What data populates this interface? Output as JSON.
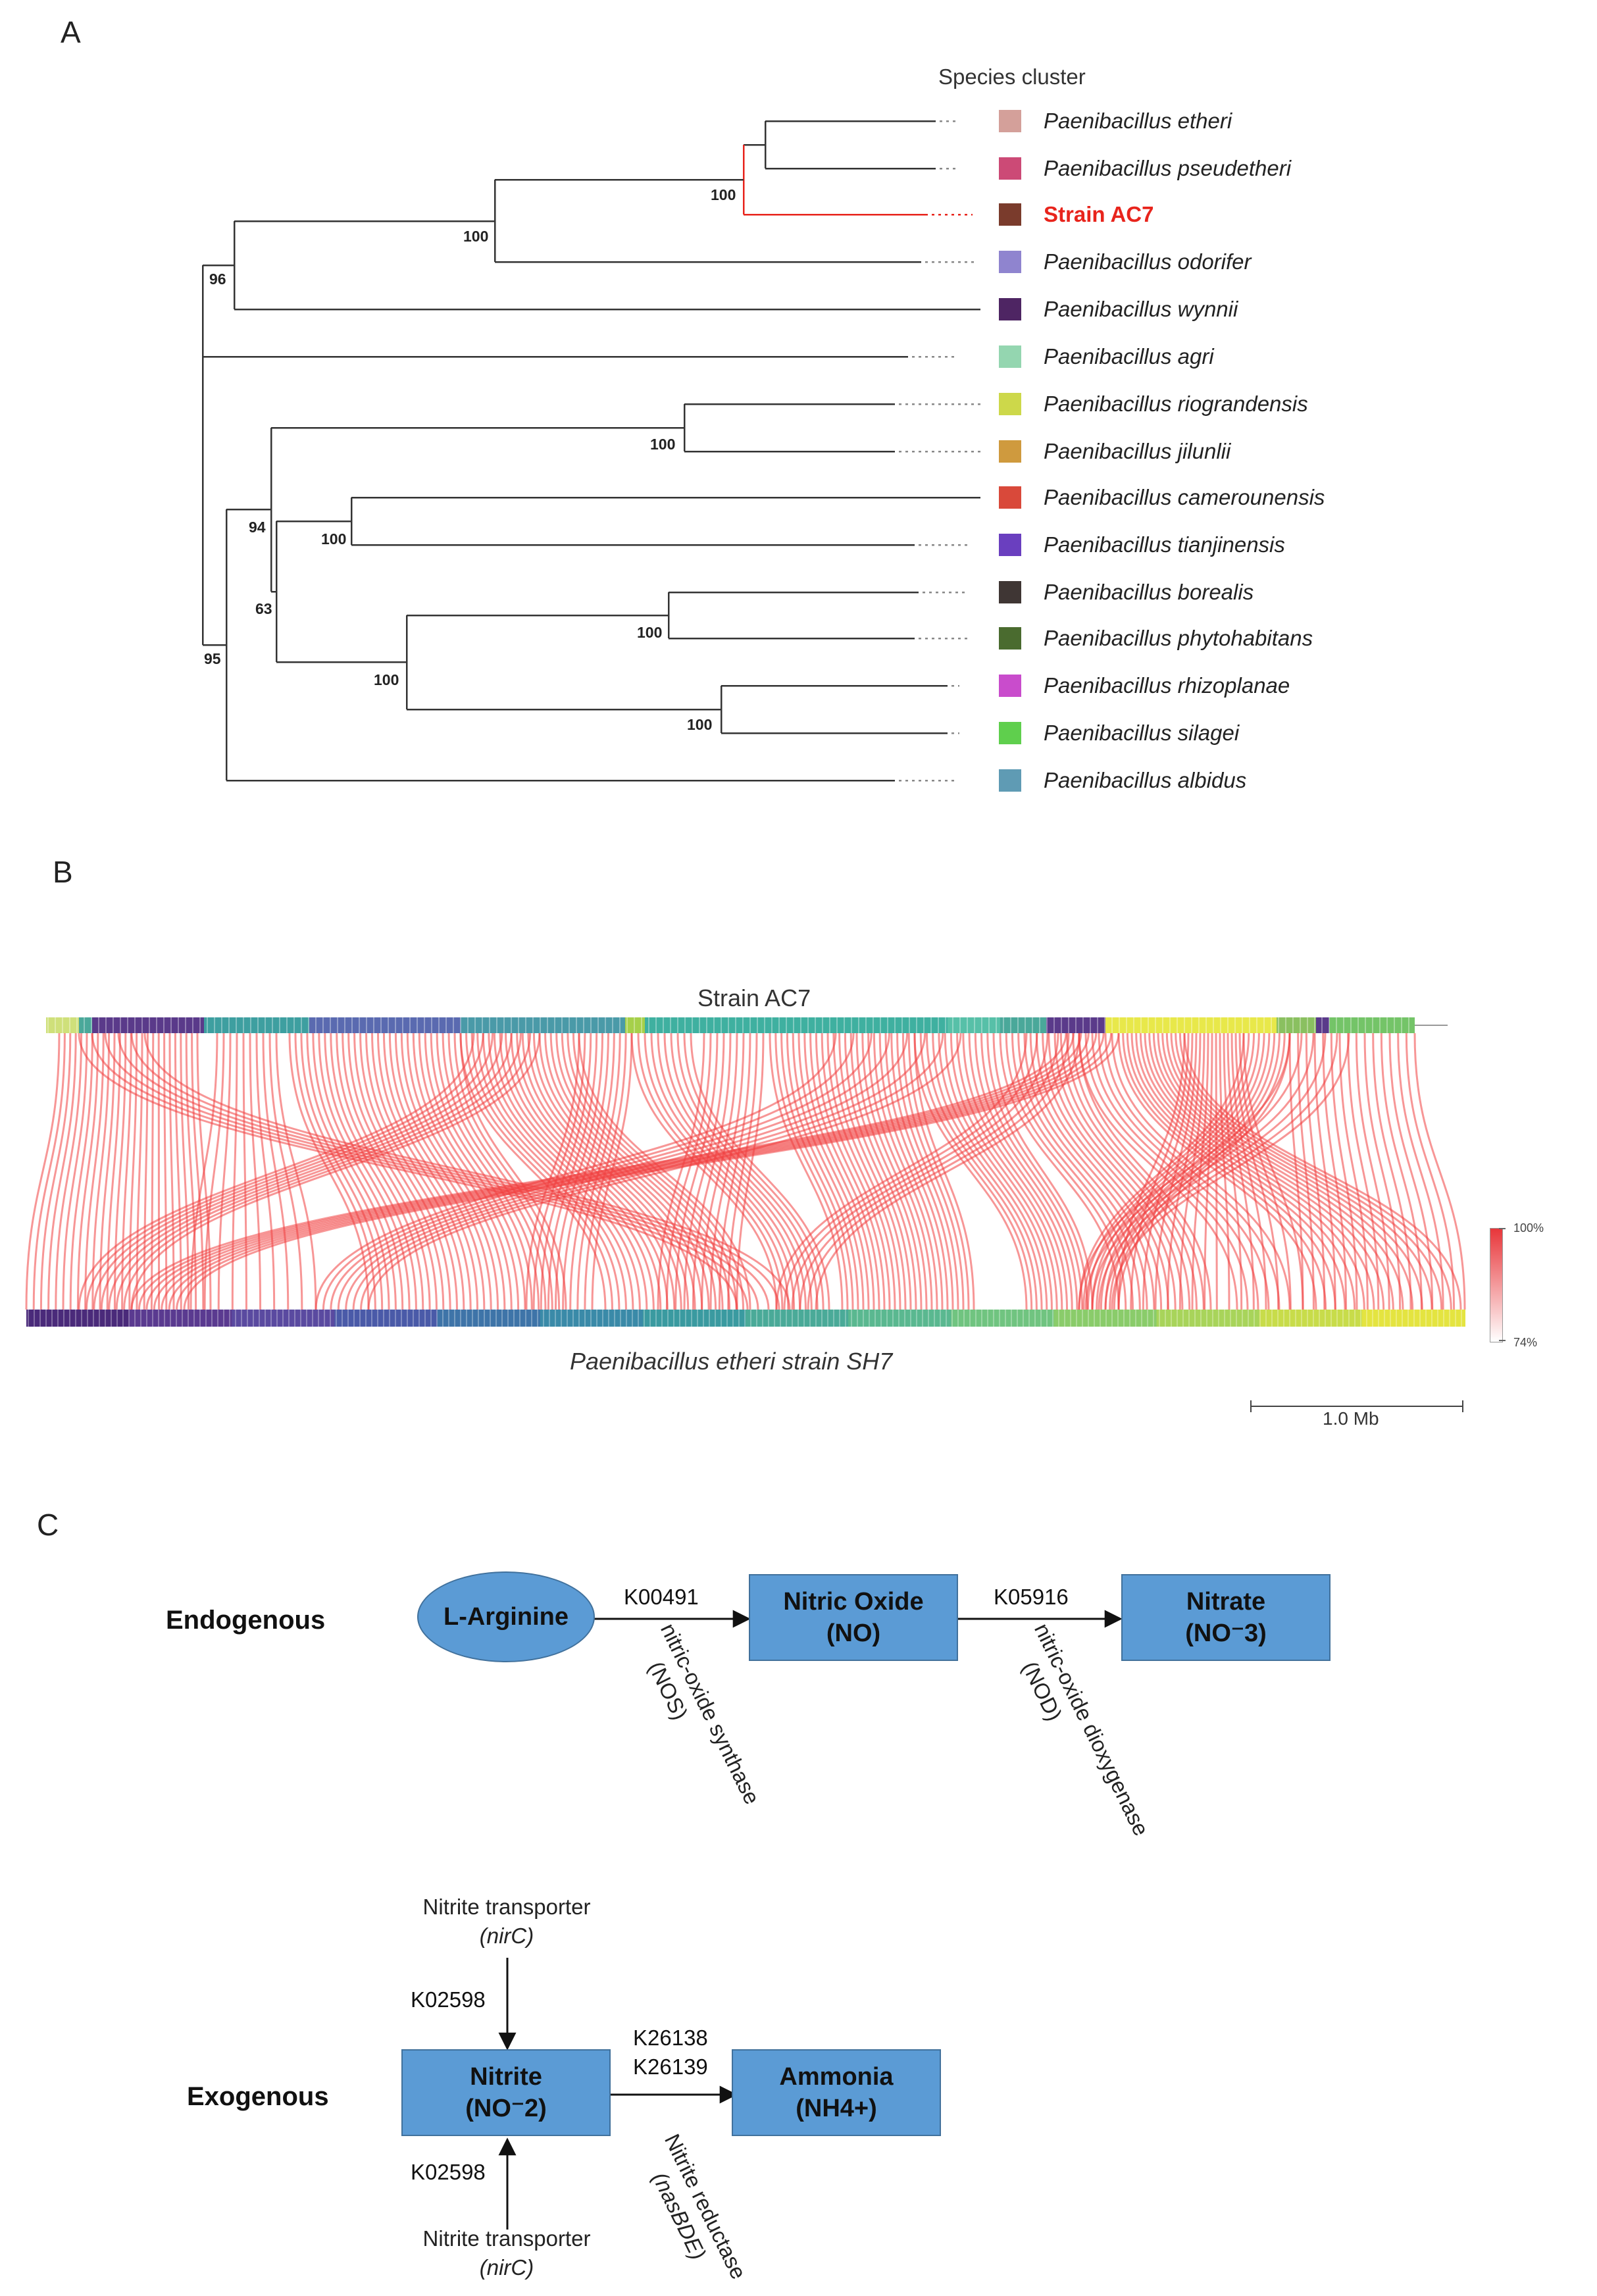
{
  "panels": {
    "a": "A",
    "b": "B",
    "c": "C"
  },
  "tree": {
    "legend_title": "Species cluster",
    "taxa": [
      {
        "label": "Paenibacillus etheri",
        "color": "#d4a09a"
      },
      {
        "label": "Paenibacillus pseudetheri",
        "color": "#cc4a76"
      },
      {
        "label": "Strain AC7",
        "color": "#7a3b2c",
        "highlight": true
      },
      {
        "label": "Paenibacillus odorifer",
        "color": "#8f84cf"
      },
      {
        "label": "Paenibacillus wynnii",
        "color": "#4e2563"
      },
      {
        "label": "Paenibacillus agri",
        "color": "#94d6b0"
      },
      {
        "label": "Paenibacillus riograndensis",
        "color": "#cdd84a"
      },
      {
        "label": "Paenibacillus jilunlii",
        "color": "#cf9a3e"
      },
      {
        "label": "Paenibacillus camerounensis",
        "color": "#d9493a"
      },
      {
        "label": "Paenibacillus tianjinensis",
        "color": "#6a3fbf"
      },
      {
        "label": "Paenibacillus borealis",
        "color": "#3f3634"
      },
      {
        "label": "Paenibacillus phytohabitans",
        "color": "#4a6b2f"
      },
      {
        "label": "Paenibacillus rhizoplanae",
        "color": "#c94ccc"
      },
      {
        "label": "Paenibacillus silagei",
        "color": "#5fcf4d"
      },
      {
        "label": "Paenibacillus albidus",
        "color": "#5f9bb4"
      }
    ],
    "bootstrap": [
      "100",
      "100",
      "96",
      "100",
      "94",
      "100",
      "63",
      "100",
      "100",
      "95",
      "100"
    ],
    "highlight_color": "#e8241c"
  },
  "synteny": {
    "top_genome": "Strain AC7",
    "bottom_genome": "Paenibacillus etheri strain SH7",
    "scale_label": "1.0 Mb",
    "color_scale_max": "100%",
    "color_scale_min": "74%",
    "link_color": "#f04040"
  },
  "pathway": {
    "endogenous_label": "Endogenous",
    "exogenous_label": "Exogenous",
    "l_arginine": "L-Arginine",
    "nitric_oxide": [
      "Nitric Oxide",
      "(NO)"
    ],
    "nitrate": [
      "Nitrate",
      "(NO⁻3)"
    ],
    "nitrite": [
      "Nitrite",
      "(NO⁻2)"
    ],
    "ammonia": [
      "Ammonia",
      "(NH4+)"
    ],
    "k1": "K00491",
    "k2": "K05916",
    "enzyme1": [
      "nitric-oxide synthase",
      "(NOS)"
    ],
    "enzyme2": [
      "nitric-oxide dioxygenase",
      "(NOD)"
    ],
    "transporter_name": "Nitrite transporter",
    "transporter_gene": "(nirC)",
    "k_transport": "K02598",
    "k_reductase": [
      "K26138",
      "K26139"
    ],
    "reductase": [
      "Nitrite reductase",
      "(nasBDE)"
    ],
    "box_color": "#5b9bd5"
  }
}
